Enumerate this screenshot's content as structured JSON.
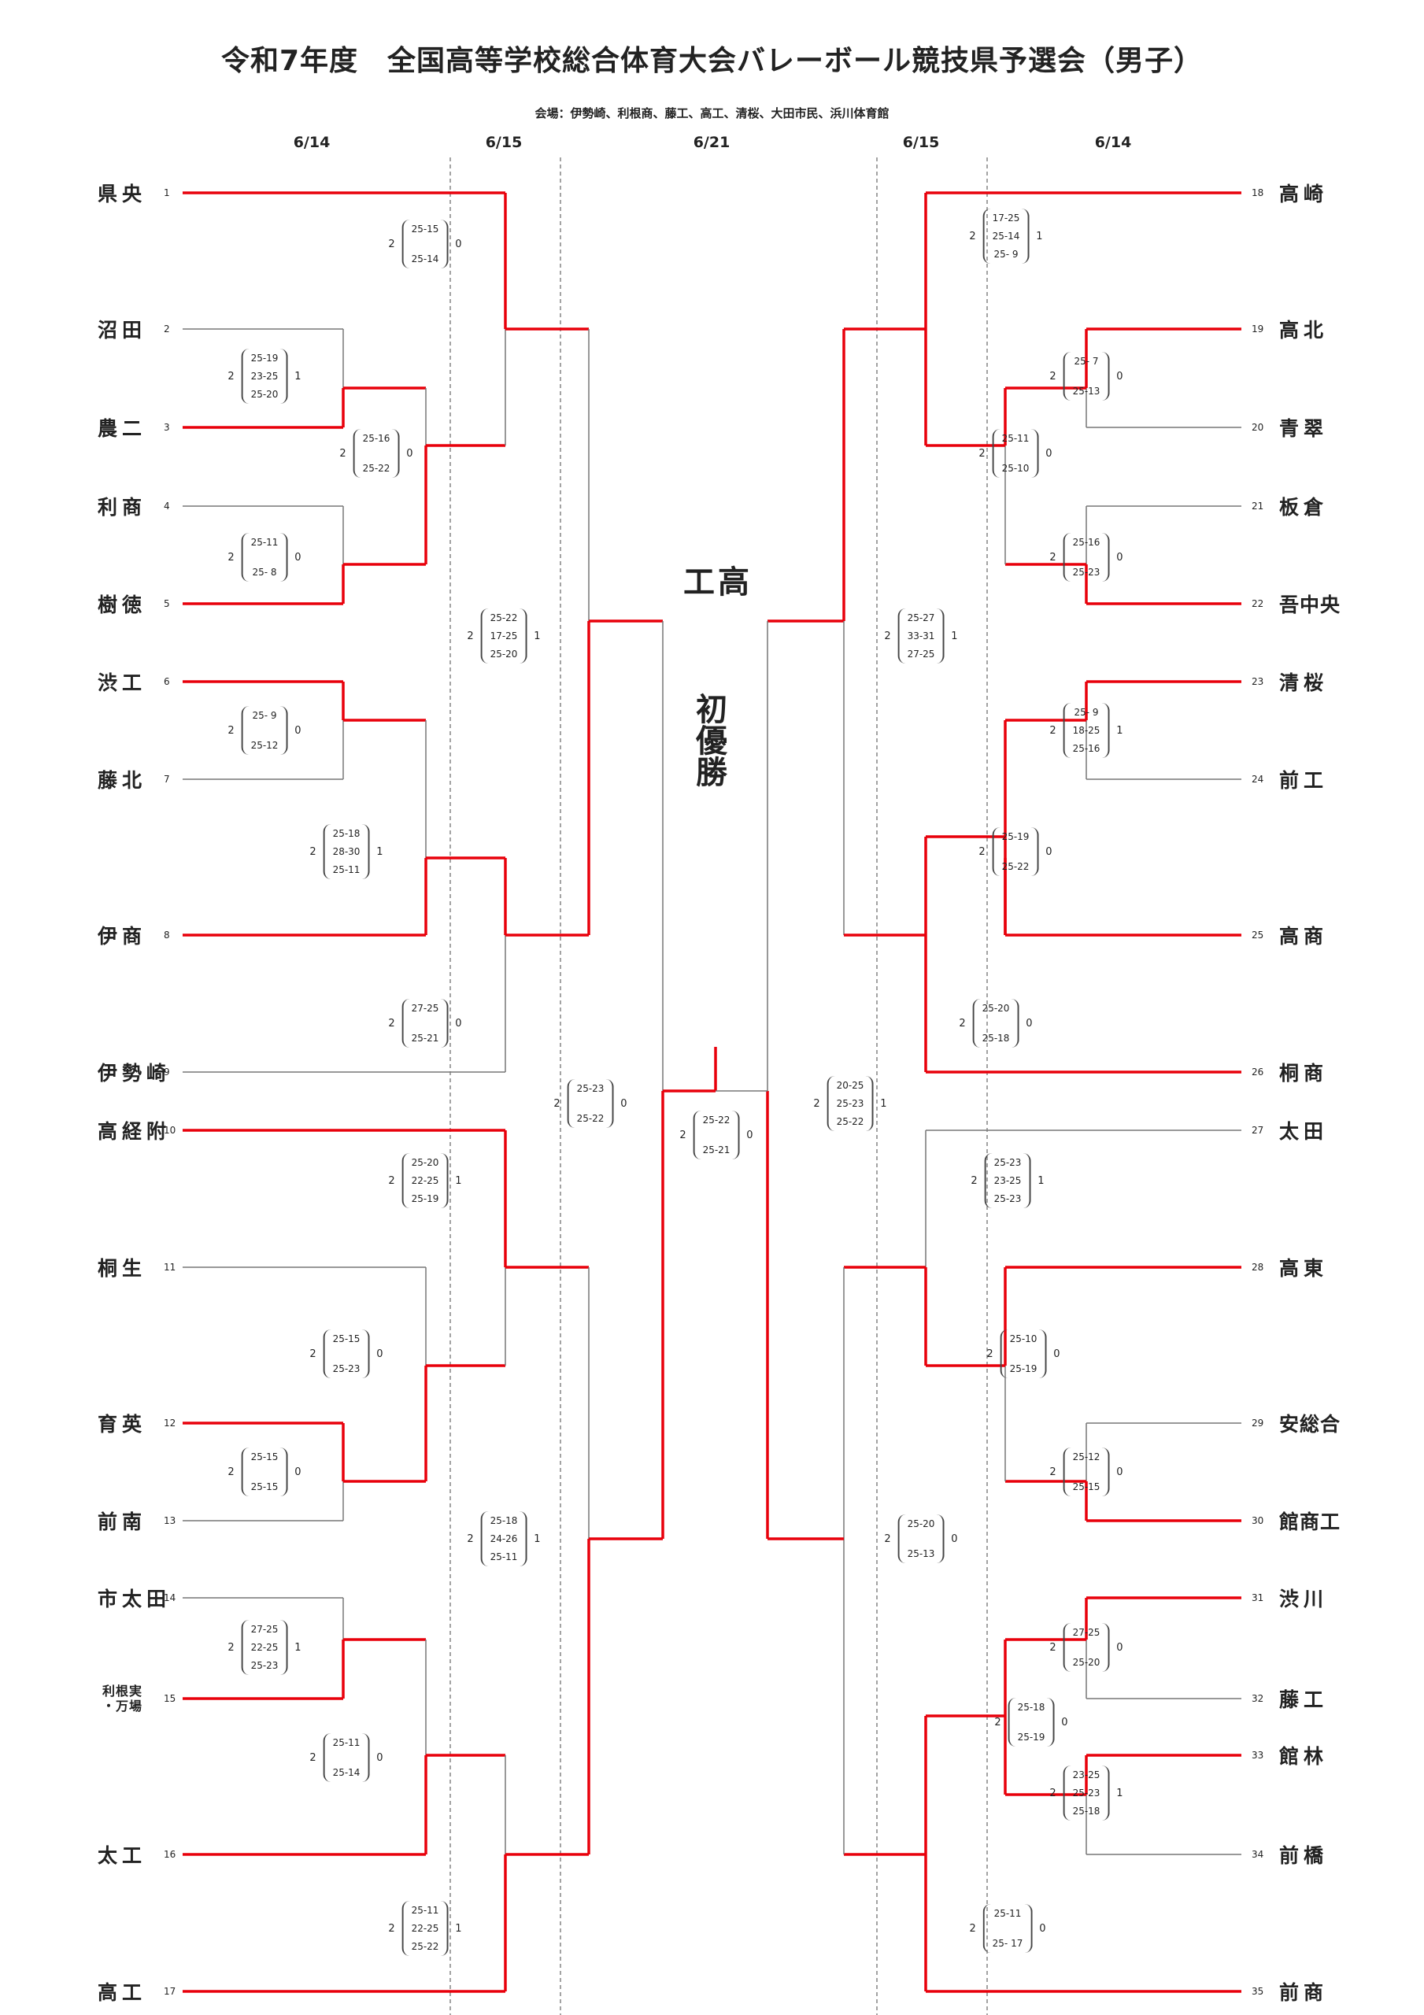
{
  "title": "令和7年度　全国高等学校総合体育大会バレーボール競技県予選会（男子）",
  "venue": "会場：伊勢崎、利根商、藤工、高工、清桜、大田市民、浜川体育館",
  "dates": [
    "6/14",
    "6/15",
    "6/21",
    "6/15",
    "6/14"
  ],
  "champion": {
    "name": "高工",
    "note": "初優勝"
  },
  "colors": {
    "win": "#e8000b",
    "lose": "#777777",
    "guide": "#666666"
  },
  "left_teams": [
    {
      "no": "1",
      "name": "県央"
    },
    {
      "no": "2",
      "name": "沼田"
    },
    {
      "no": "3",
      "name": "農二"
    },
    {
      "no": "4",
      "name": "利商"
    },
    {
      "no": "5",
      "name": "樹徳"
    },
    {
      "no": "6",
      "name": "渋工"
    },
    {
      "no": "7",
      "name": "藤北"
    },
    {
      "no": "8",
      "name": "伊商"
    },
    {
      "no": "9",
      "name": "伊勢崎"
    },
    {
      "no": "10",
      "name": "高経附"
    },
    {
      "no": "11",
      "name": "桐生"
    },
    {
      "no": "12",
      "name": "育英"
    },
    {
      "no": "13",
      "name": "前南"
    },
    {
      "no": "14",
      "name": "市太田"
    },
    {
      "no": "15",
      "name": "利根実\n・万場"
    },
    {
      "no": "16",
      "name": "太工"
    },
    {
      "no": "17",
      "name": "高工"
    }
  ],
  "right_teams": [
    {
      "no": "18",
      "name": "高崎"
    },
    {
      "no": "19",
      "name": "高北"
    },
    {
      "no": "20",
      "name": "青翠"
    },
    {
      "no": "21",
      "name": "板倉"
    },
    {
      "no": "22",
      "name": "吾中央"
    },
    {
      "no": "23",
      "name": "清桜"
    },
    {
      "no": "24",
      "name": "前工"
    },
    {
      "no": "25",
      "name": "高商"
    },
    {
      "no": "26",
      "name": "桐商"
    },
    {
      "no": "27",
      "name": "太田"
    },
    {
      "no": "28",
      "name": "高東"
    },
    {
      "no": "29",
      "name": "安総合"
    },
    {
      "no": "30",
      "name": "館商工"
    },
    {
      "no": "31",
      "name": "渋川"
    },
    {
      "no": "32",
      "name": "藤工"
    },
    {
      "no": "33",
      "name": "館林"
    },
    {
      "no": "34",
      "name": "前橋"
    },
    {
      "no": "35",
      "name": "前商"
    }
  ],
  "scores": [
    {
      "a": "2",
      "b": "0",
      "games": [
        "25-15",
        "25-14"
      ]
    },
    {
      "a": "2",
      "b": "1",
      "games": [
        "25-19",
        "23-25",
        "25-20"
      ]
    },
    {
      "a": "2",
      "b": "0",
      "games": [
        "25-16",
        "25-22"
      ]
    },
    {
      "a": "2",
      "b": "0",
      "games": [
        "25-11",
        "25- 8"
      ]
    },
    {
      "a": "2",
      "b": "1",
      "games": [
        "25-22",
        "17-25",
        "25-20"
      ]
    },
    {
      "a": "2",
      "b": "0",
      "games": [
        "25- 9",
        "25-12"
      ]
    },
    {
      "a": "2",
      "b": "1",
      "games": [
        "25-18",
        "28-30",
        "25-11"
      ]
    },
    {
      "a": "2",
      "b": "0",
      "games": [
        "27-25",
        "25-21"
      ]
    },
    {
      "a": "2",
      "b": "0",
      "games": [
        "25-23",
        "25-22"
      ]
    },
    {
      "a": "2",
      "b": "1",
      "games": [
        "25-20",
        "22-25",
        "25-19"
      ]
    },
    {
      "a": "2",
      "b": "0",
      "games": [
        "25-15",
        "25-23"
      ]
    },
    {
      "a": "2",
      "b": "0",
      "games": [
        "25-15",
        "25-15"
      ]
    },
    {
      "a": "2",
      "b": "1",
      "games": [
        "25-18",
        "24-26",
        "25-11"
      ]
    },
    {
      "a": "2",
      "b": "1",
      "games": [
        "27-25",
        "22-25",
        "25-23"
      ]
    },
    {
      "a": "2",
      "b": "0",
      "games": [
        "25-11",
        "25-14"
      ]
    },
    {
      "a": "2",
      "b": "1",
      "games": [
        "25-11",
        "22-25",
        "25-22"
      ]
    },
    {
      "a": "2",
      "b": "0",
      "games": [
        "25-22",
        "25-21"
      ]
    },
    {
      "a": "2",
      "b": "1",
      "games": [
        "17-25",
        "25-14",
        "25- 9"
      ]
    },
    {
      "a": "2",
      "b": "0",
      "games": [
        "25- 7",
        "25-13"
      ]
    },
    {
      "a": "2",
      "b": "0",
      "games": [
        "25-11",
        "25-10"
      ]
    },
    {
      "a": "2",
      "b": "0",
      "games": [
        "25-16",
        "25-23"
      ]
    },
    {
      "a": "2",
      "b": "1",
      "games": [
        "25-27",
        "33-31",
        "27-25"
      ]
    },
    {
      "a": "2",
      "b": "1",
      "games": [
        "25- 9",
        "18-25",
        "25-16"
      ]
    },
    {
      "a": "2",
      "b": "0",
      "games": [
        "25-19",
        "25-22"
      ]
    },
    {
      "a": "2",
      "b": "0",
      "games": [
        "25-20",
        "25-18"
      ]
    },
    {
      "a": "2",
      "b": "1",
      "games": [
        "20-25",
        "25-23",
        "25-22"
      ]
    },
    {
      "a": "2",
      "b": "1",
      "games": [
        "25-23",
        "23-25",
        "25-23"
      ]
    },
    {
      "a": "2",
      "b": "0",
      "games": [
        "25-10",
        "25-19"
      ]
    },
    {
      "a": "2",
      "b": "0",
      "games": [
        "25-12",
        "25-15"
      ]
    },
    {
      "a": "2",
      "b": "0",
      "games": [
        "25-20",
        "25-13"
      ]
    },
    {
      "a": "2",
      "b": "0",
      "games": [
        "27-25",
        "25-20"
      ]
    },
    {
      "a": "2",
      "b": "0",
      "games": [
        "25-18",
        "25-19"
      ]
    },
    {
      "a": "2",
      "b": "1",
      "games": [
        "23-25",
        "25-23",
        "25-18"
      ]
    },
    {
      "a": "2",
      "b": "0",
      "games": [
        "25-11",
        "25- 17"
      ]
    }
  ]
}
